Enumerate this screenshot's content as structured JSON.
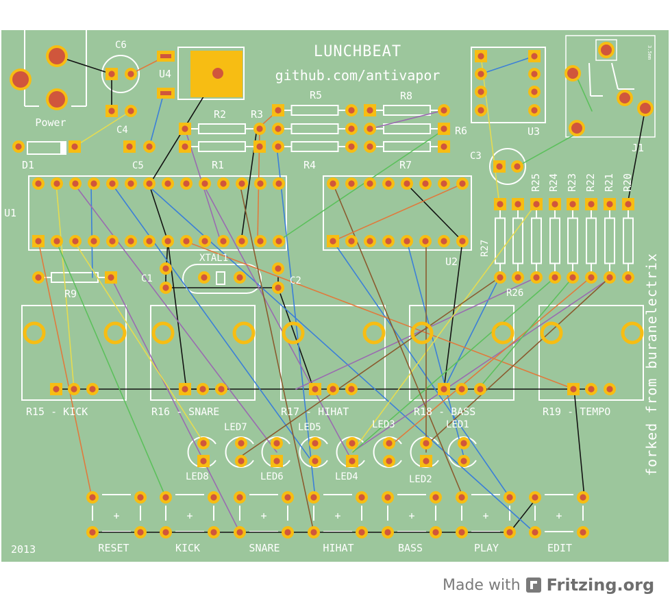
{
  "board": {
    "title": "LUNCHBEAT",
    "url": "github.com/antivapor",
    "credit": "forked from buranelectrix",
    "year": "2013",
    "power_label": "Power"
  },
  "components": {
    "caps": [
      "C6",
      "C4",
      "C5",
      "C3",
      "C1",
      "C2"
    ],
    "ics": [
      "U1",
      "U2",
      "U3",
      "U4"
    ],
    "diode": "D1",
    "jack": "J1",
    "crystal": "XTAL1",
    "resistors": [
      "R1",
      "R2",
      "R3",
      "R4",
      "R5",
      "R6",
      "R7",
      "R8",
      "R9",
      "R20",
      "R21",
      "R22",
      "R23",
      "R24",
      "R25",
      "R26",
      "R27"
    ],
    "pots": [
      "R15 - KICK",
      "R16 - SNARE",
      "R17 - HIHAT",
      "R18 - BASS",
      "R19 - TEMPO"
    ],
    "leds_top": [
      "LED7",
      "LED5",
      "LED3",
      "LED1"
    ],
    "leds_bottom": [
      "LED8",
      "LED6",
      "LED4",
      "LED2"
    ],
    "buttons": [
      "RESET",
      "KICK",
      "SNARE",
      "HIHAT",
      "BASS",
      "PLAY",
      "EDIT"
    ],
    "button_mark": "+",
    "jack_mark": "3.5mm"
  },
  "colors": {
    "board": "#9cc69c",
    "silk": "#ffffff",
    "pad": "#f7bd13",
    "hole": "#d0563c",
    "pot_body": "#f7bd13"
  },
  "footer": {
    "made_with": "Made with",
    "brand": "Fritzing.org"
  }
}
